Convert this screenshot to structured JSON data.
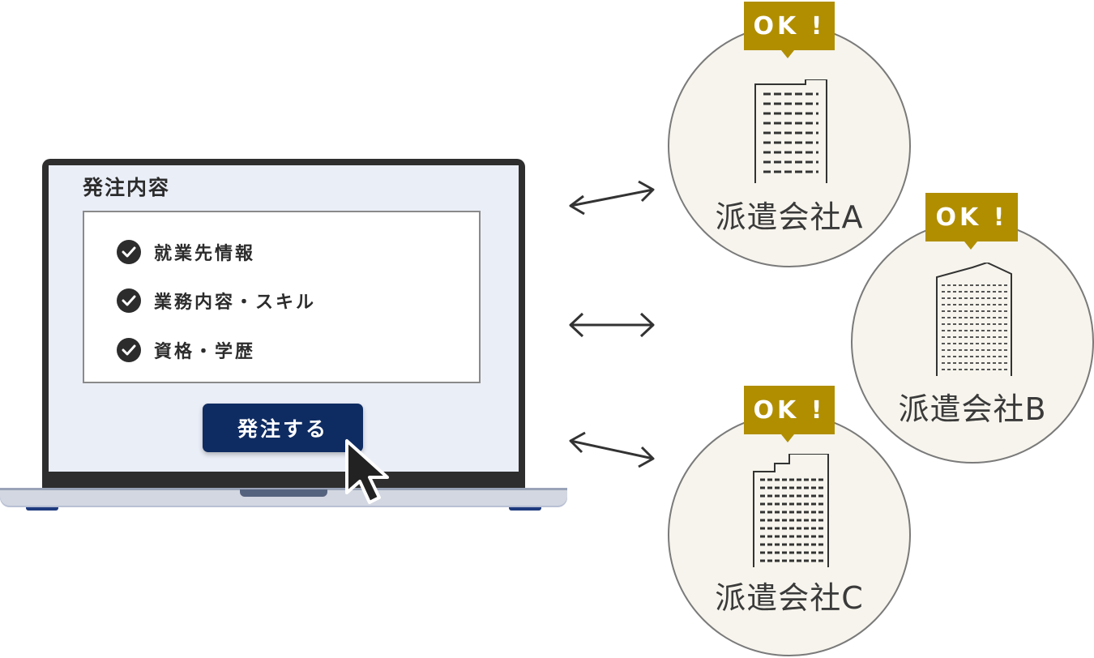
{
  "order_panel": {
    "title": "発注内容",
    "items": [
      {
        "label": "就業先情報"
      },
      {
        "label": "業務内容・スキル"
      },
      {
        "label": "資格・学歴"
      }
    ],
    "button_label": "発注する"
  },
  "companies": [
    {
      "name": "派遣会社A",
      "badge": "OK !"
    },
    {
      "name": "派遣会社B",
      "badge": "OK !"
    },
    {
      "name": "派遣会社C",
      "badge": "OK !"
    }
  ],
  "colors": {
    "button": "#0f2c62",
    "badge": "#b08e00",
    "circle_fill": "#f6f4ec",
    "screen": "#eaeef7"
  }
}
